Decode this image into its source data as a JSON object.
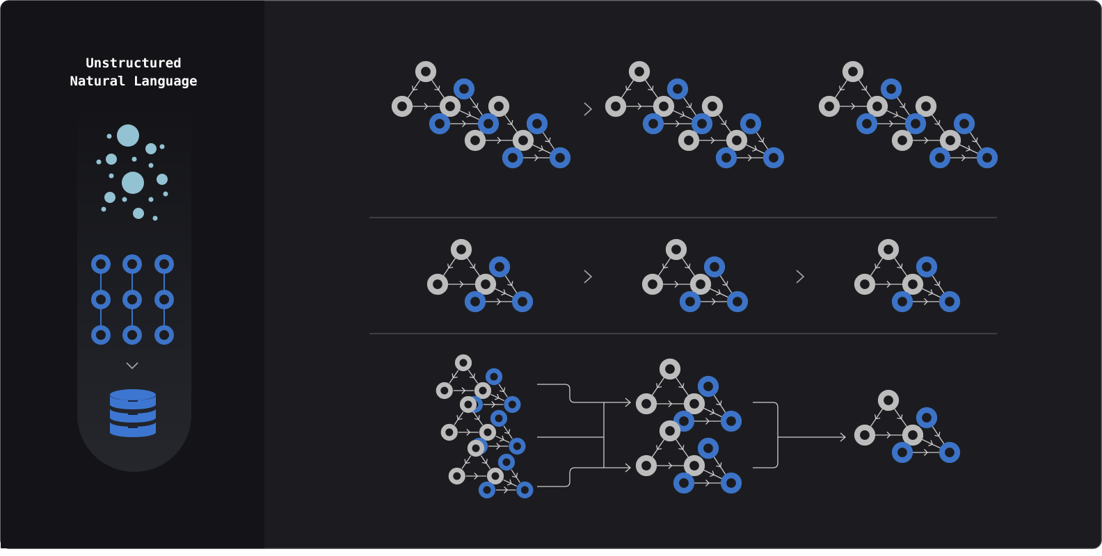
{
  "title": {
    "line1": "Unstructured",
    "line2": "Natural Language"
  },
  "colors": {
    "frame_bg": "#1c1c20",
    "sidebar_bg": "#141418",
    "pill_bg_bottom": "#25272d",
    "bubble": "#93c2d3",
    "node_blue": "#3c73c7",
    "node_gray": "#bcbcbc",
    "node_hole": "#1c1c20",
    "edge": "#cfcfcf",
    "divider": "#4a4b52",
    "chevron": "#a9a9a9",
    "database": "#3d76d1"
  },
  "icons": {
    "bubbles": "scattered-bubbles-icon",
    "chains": "node-chain-icon",
    "arrow": "chevron-down-icon",
    "database": "database-icon",
    "graph": "knowledge-graph-icon",
    "next": "chevron-right-icon",
    "merge": "merge-connector-icon"
  },
  "diagram": {
    "row1": {
      "steps": 3,
      "graph": "big"
    },
    "row2": {
      "steps": 3,
      "graph": "small"
    },
    "row3": {
      "inputs": 3,
      "merged": 2,
      "output": 1
    }
  }
}
